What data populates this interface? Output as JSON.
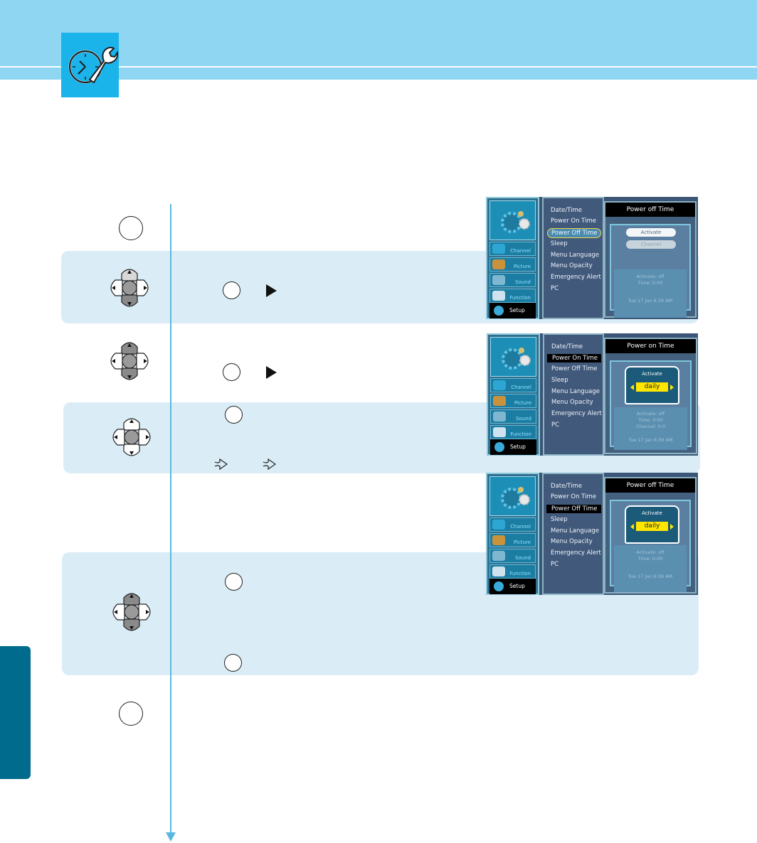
{
  "icons": {
    "header": "clock-wrench-icon",
    "dpad": "dpad-icon",
    "play": "play-triangle-icon",
    "outline_arrow": "outline-arrow-icon",
    "gear": "gear-icon"
  },
  "colors": {
    "header_bar": "#8fd6f2",
    "tile": "#1bb4ea",
    "band": "#daedf7",
    "flow_line": "#5ab8e0",
    "side_tab": "#006b8d",
    "highlight": "#ffe600"
  },
  "screens": [
    {
      "menu_items": [
        "Date/Time",
        "Power On Time",
        "Power Off Time",
        "Sleep",
        "Menu Language",
        "Menu Opacity",
        "Emergency Alert",
        "PC"
      ],
      "selected_item": "Power Off Time",
      "panel_title": "Power off Time",
      "buttons": [
        "Activate",
        "Channel"
      ],
      "info_lines": [
        "Activate: off",
        "Time: 0:00",
        "Tue 17 Jan 6:39 AM"
      ]
    },
    {
      "menu_items": [
        "Date/Time",
        "Power On Time",
        "Power Off Time",
        "Sleep",
        "Menu Language",
        "Menu Opacity",
        "Emergency Alert",
        "PC"
      ],
      "selected_item": "Power On Time",
      "panel_title": "Power on Time",
      "activate_label": "Activate",
      "activate_value": "daily",
      "info_lines": [
        "Activate: off",
        "Time: 0:00",
        "Channel: 0-0",
        "Tue 17 Jan 6:39 AM"
      ]
    },
    {
      "menu_items": [
        "Date/Time",
        "Power On Time",
        "Power Off Time",
        "Sleep",
        "Menu Language",
        "Menu Opacity",
        "Emergency Alert",
        "PC"
      ],
      "selected_item": "Power Off Time",
      "panel_title": "Power off Time",
      "activate_label": "Activate",
      "activate_value": "daily",
      "info_lines": [
        "Activate: off",
        "Time: 0:00",
        "Tue 17 Jan 6:39 AM"
      ]
    }
  ],
  "osd_sidebar": {
    "tabs": [
      "Channel",
      "Picture",
      "Sound",
      "Function"
    ],
    "setup": "Setup"
  }
}
